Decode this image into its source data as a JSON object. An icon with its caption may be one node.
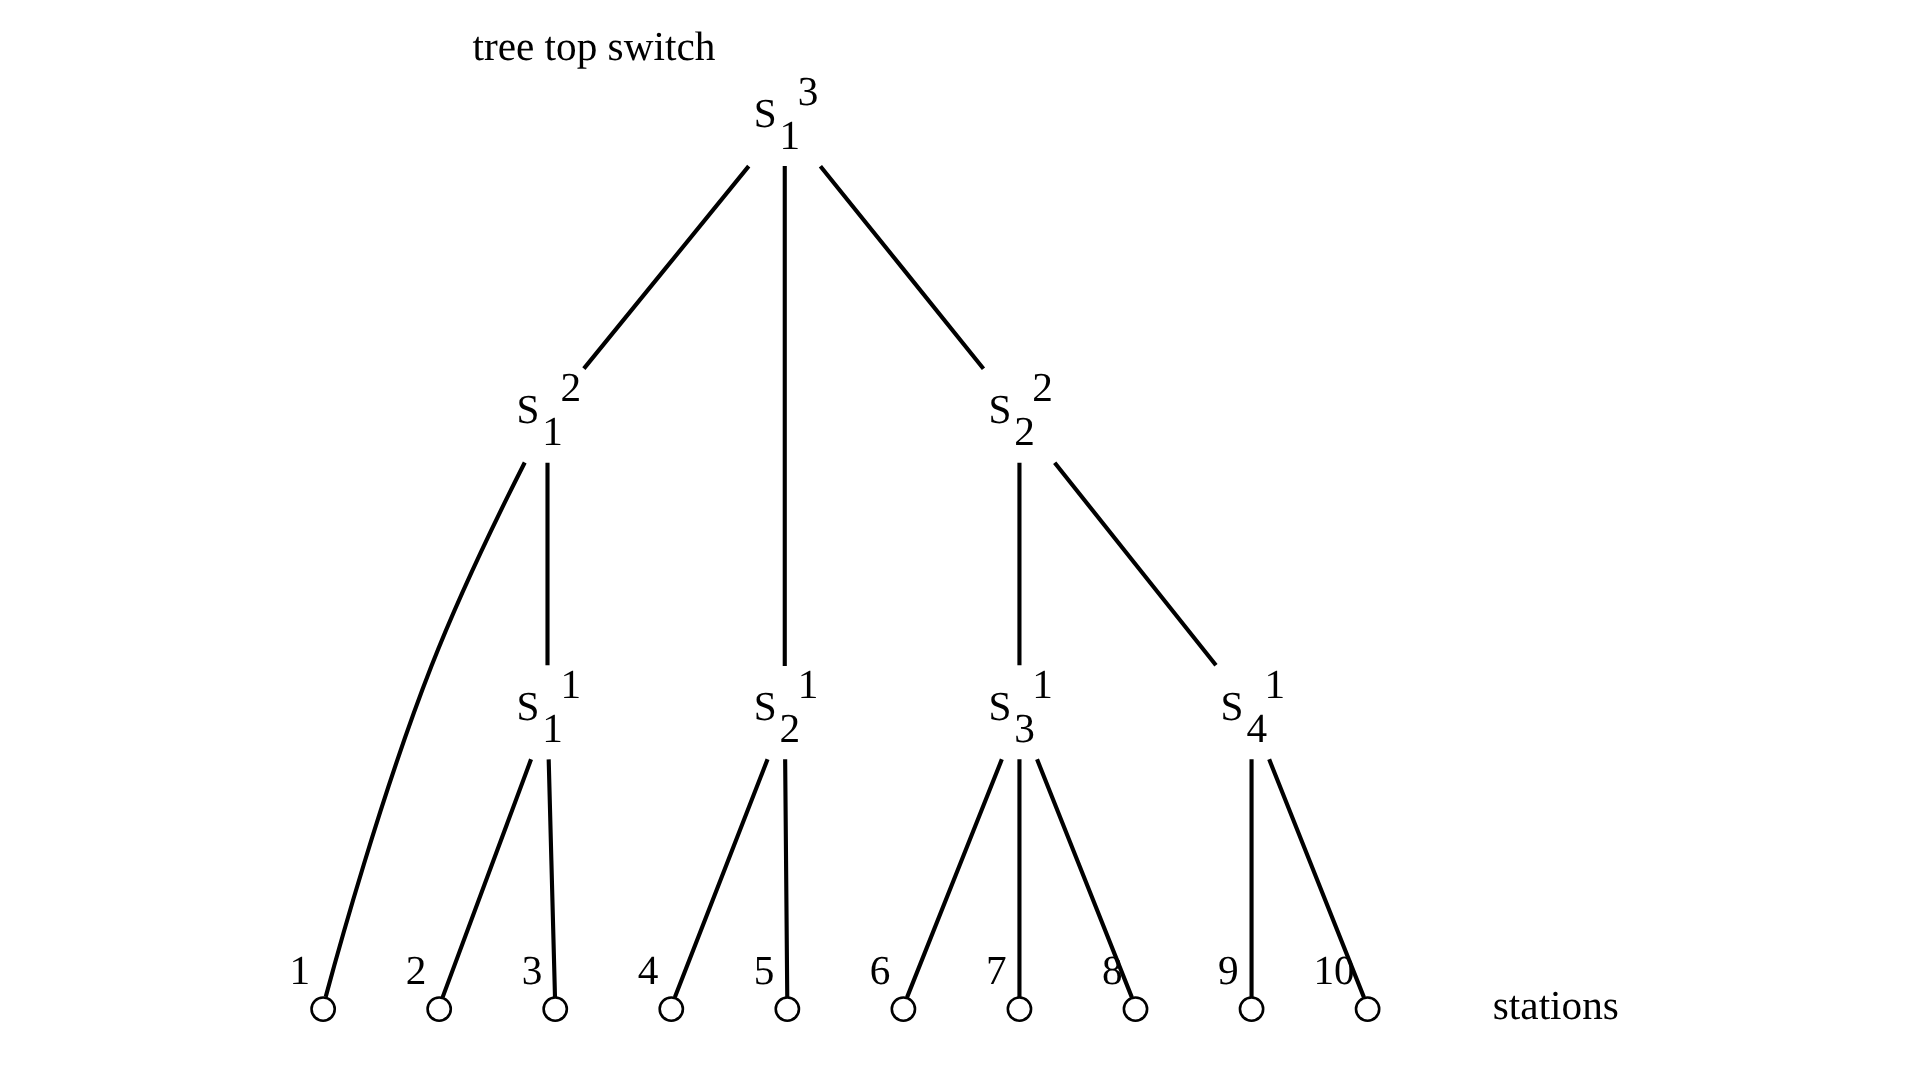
{
  "diagram": {
    "nodes": [
      {
        "text": [
          "S$_{1}$$^{3}$"
        ],
        "beside": [
          "tree top switch"
        ]
      },
      {
        "text": [
          "S$_{1}$$^{2}$"
        ]
      },
      {
        "text": [
          "S$_{2}$$^{2}$"
        ]
      },
      {
        "text": [
          "S$_{1}$$^{1}$"
        ]
      },
      {
        "text": [
          "S$_{2}$$^{1}$"
        ]
      },
      {
        "text": [
          "S$_{3}$$^{1}$"
        ]
      },
      {
        "text": [
          "S$_{4}$$^{1}$"
        ]
      },
      {
        "text": [],
        "shape": "circle",
        "beside": [
          "1"
        ]
      },
      {
        "text": [],
        "shape": "circle",
        "beside": [
          "2"
        ]
      },
      {
        "text": [],
        "shape": "circle",
        "beside": [
          "3"
        ]
      },
      {
        "text": [],
        "shape": "circle",
        "beside": [
          "4"
        ]
      },
      {
        "text": [],
        "shape": "circle",
        "beside": [
          "5"
        ]
      },
      {
        "text": [],
        "shape": "circle",
        "beside": [
          "6"
        ]
      },
      {
        "text": [],
        "shape": "circle",
        "beside": [
          "7"
        ]
      },
      {
        "text": [],
        "shape": "circle",
        "beside": [
          "8"
        ]
      },
      {
        "text": [],
        "shape": "circle",
        "beside": [
          "9"
        ]
      },
      {
        "text": [],
        "shape": "circle",
        "beside": [
          "10"
        ]
      }
    ],
    "edges": [
      {
        "from": 0,
        "to": 1,
        "arrow": "none"
      },
      {
        "from": 0,
        "to": 4,
        "arrow": "none"
      },
      {
        "from": 0,
        "to": 2,
        "arrow": "none"
      },
      {
        "from": 1,
        "to": 7,
        "arrow": "none"
      },
      {
        "from": 1,
        "to": 3,
        "arrow": "none"
      },
      {
        "from": 3,
        "to": 8,
        "arrow": "none"
      },
      {
        "from": 3,
        "to": 9,
        "arrow": "none"
      },
      {
        "from": 4,
        "to": 10,
        "arrow": "none"
      },
      {
        "from": 4,
        "to": 11,
        "arrow": "none"
      },
      {
        "from": 2,
        "to": 5,
        "arrow": "none"
      },
      {
        "from": 2,
        "to": 6,
        "arrow": "none"
      },
      {
        "from": 5,
        "to": 12,
        "arrow": "none"
      },
      {
        "from": 5,
        "to": 13,
        "arrow": "none"
      },
      {
        "from": 5,
        "to": 14,
        "arrow": "none"
      },
      {
        "from": 6,
        "to": 15,
        "arrow": "none"
      },
      {
        "from": 6,
        "to": 16,
        "arrow": "none"
      }
    ],
    "labels": [
      "stations"
    ]
  }
}
